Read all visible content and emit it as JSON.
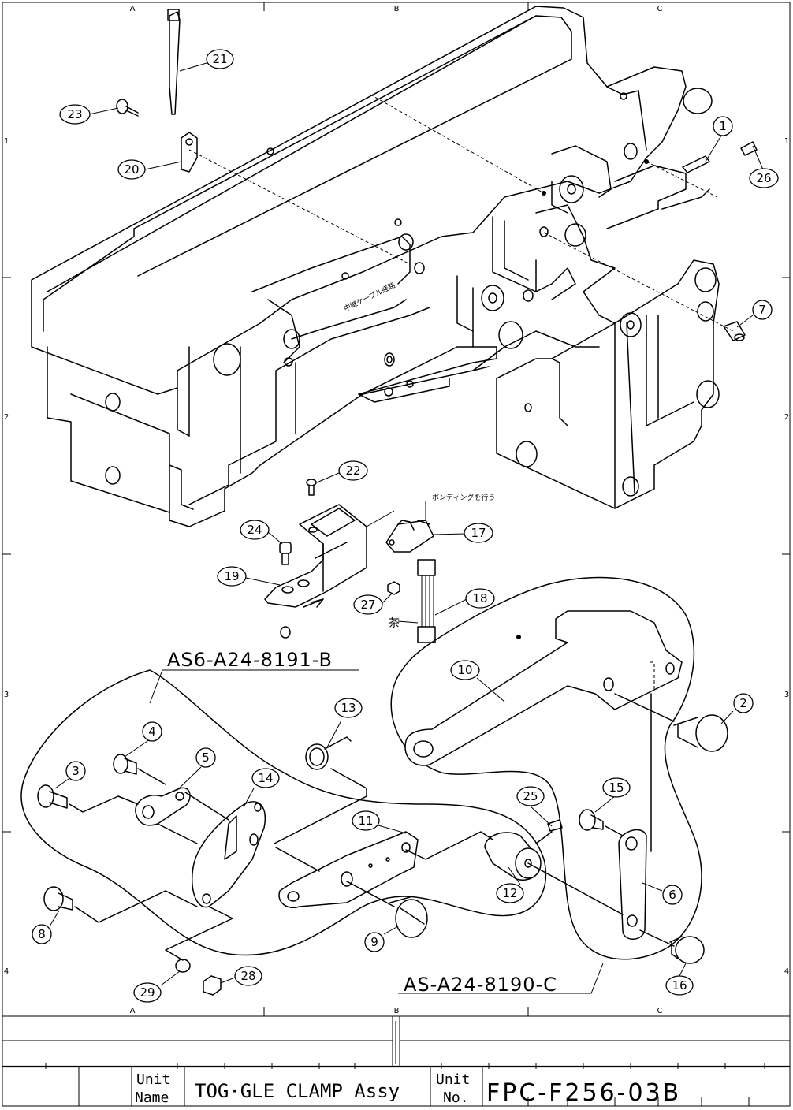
{
  "grid": {
    "columns": [
      "A",
      "B",
      "C"
    ],
    "rows": [
      "1",
      "2",
      "3",
      "4"
    ]
  },
  "assemblies": {
    "sub_assy": "AS6-A24-8191-B",
    "main_assy": "AS-A24-8190-C"
  },
  "notes": {
    "bonding": "ボンディングを行う",
    "cable_route": "中継ケーブル経路",
    "wire_color": "茶"
  },
  "callouts": [
    "1",
    "2",
    "3",
    "4",
    "5",
    "6",
    "7",
    "8",
    "9",
    "10",
    "11",
    "12",
    "13",
    "14",
    "15",
    "16",
    "17",
    "18",
    "19",
    "20",
    "21",
    "22",
    "23",
    "24",
    "25",
    "26",
    "27",
    "28",
    "29"
  ],
  "title_block": {
    "unit_name_label_1": "Unit",
    "unit_name_label_2": "Name",
    "unit_name": "TOG·GLE CLAMP Assy",
    "unit_no_label_1": "Unit",
    "unit_no_label_2": "No.",
    "unit_no": "FPC-F256-03B"
  }
}
